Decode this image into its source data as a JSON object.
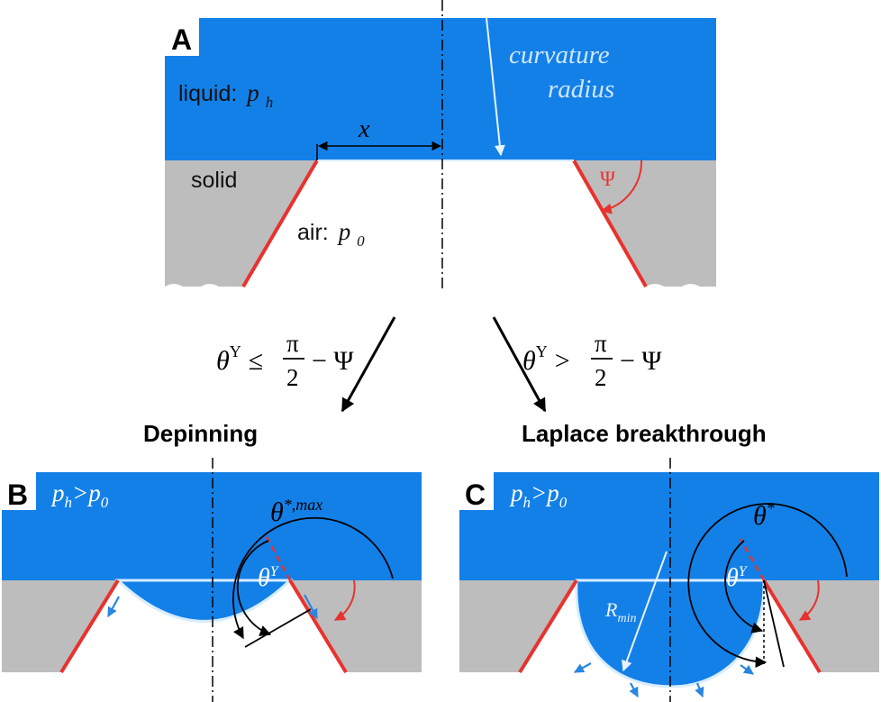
{
  "panels": {
    "A": {
      "letter": "A",
      "liquid_word": "liquid:",
      "liquid_p": "p",
      "liquid_sub": "h",
      "solid": "solid",
      "air_word": "air:",
      "air_p": "p",
      "air_sub": "0",
      "x_label": "x",
      "curvature_line1": "curvature",
      "curvature_line2": "radius",
      "psi": "Ψ"
    },
    "B": {
      "letter": "B",
      "p_left": "p",
      "p_left_sub": "h",
      "gt": ">",
      "p_right": "p",
      "p_right_sub": "0",
      "theta_star": "θ",
      "theta_star_sup": "*,max",
      "theta_y": "θ",
      "theta_y_sup": "Y"
    },
    "C": {
      "letter": "C",
      "p_left": "p",
      "p_left_sub": "h",
      "gt": ">",
      "p_right": "p",
      "p_right_sub": "0",
      "theta_star": "θ",
      "theta_star_sup": "*",
      "theta_y": "θ",
      "theta_y_sup": "Y",
      "r_min": "R",
      "r_min_sub": "min"
    }
  },
  "conditions": {
    "left": {
      "theta": "θ",
      "sup": "Y",
      "op": "≤",
      "num": "π",
      "den": "2",
      "tail": "− Ψ"
    },
    "right": {
      "theta": "θ",
      "sup": "Y",
      "op": ">",
      "num": "π",
      "den": "2",
      "tail": "− Ψ"
    }
  },
  "outcomes": {
    "left": "Depinning",
    "right": "Laplace breakthrough"
  },
  "colors": {
    "liquid": "#1380e8",
    "solid": "#bdbdbd",
    "wall": "#e8322e",
    "accent_arrow": "#2b86df",
    "curvature_text": "#cfe6ff"
  }
}
